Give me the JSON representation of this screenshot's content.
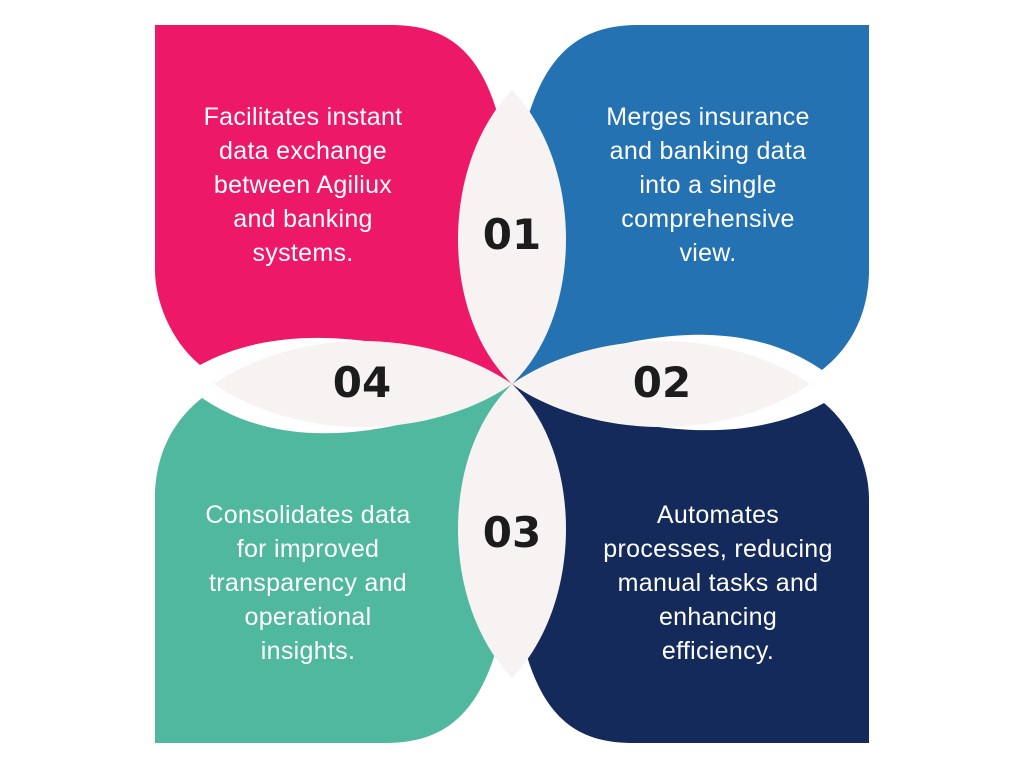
{
  "colors": {
    "background": "#ffffff",
    "lens": "#f7f3f3",
    "petal_01": "#ee1868",
    "petal_02": "#2472b2",
    "petal_03": "#132a5b",
    "petal_04": "#4fb89f",
    "number_text": "#1c1c1c",
    "petal_text": "#ffffff"
  },
  "steps": [
    {
      "number": "01",
      "text": "Facilitates instant\ndata exchange\nbetween Agiliux\nand banking\nsystems."
    },
    {
      "number": "02",
      "text": "Merges insurance\nand banking data\ninto a single\ncomprehensive\nview."
    },
    {
      "number": "03",
      "text": "Automates\nprocesses, reducing\nmanual tasks and\nenhancing\nefficiency."
    },
    {
      "number": "04",
      "text": "Consolidates data\nfor improved\ntransparency and\noperational\ninsights."
    }
  ]
}
